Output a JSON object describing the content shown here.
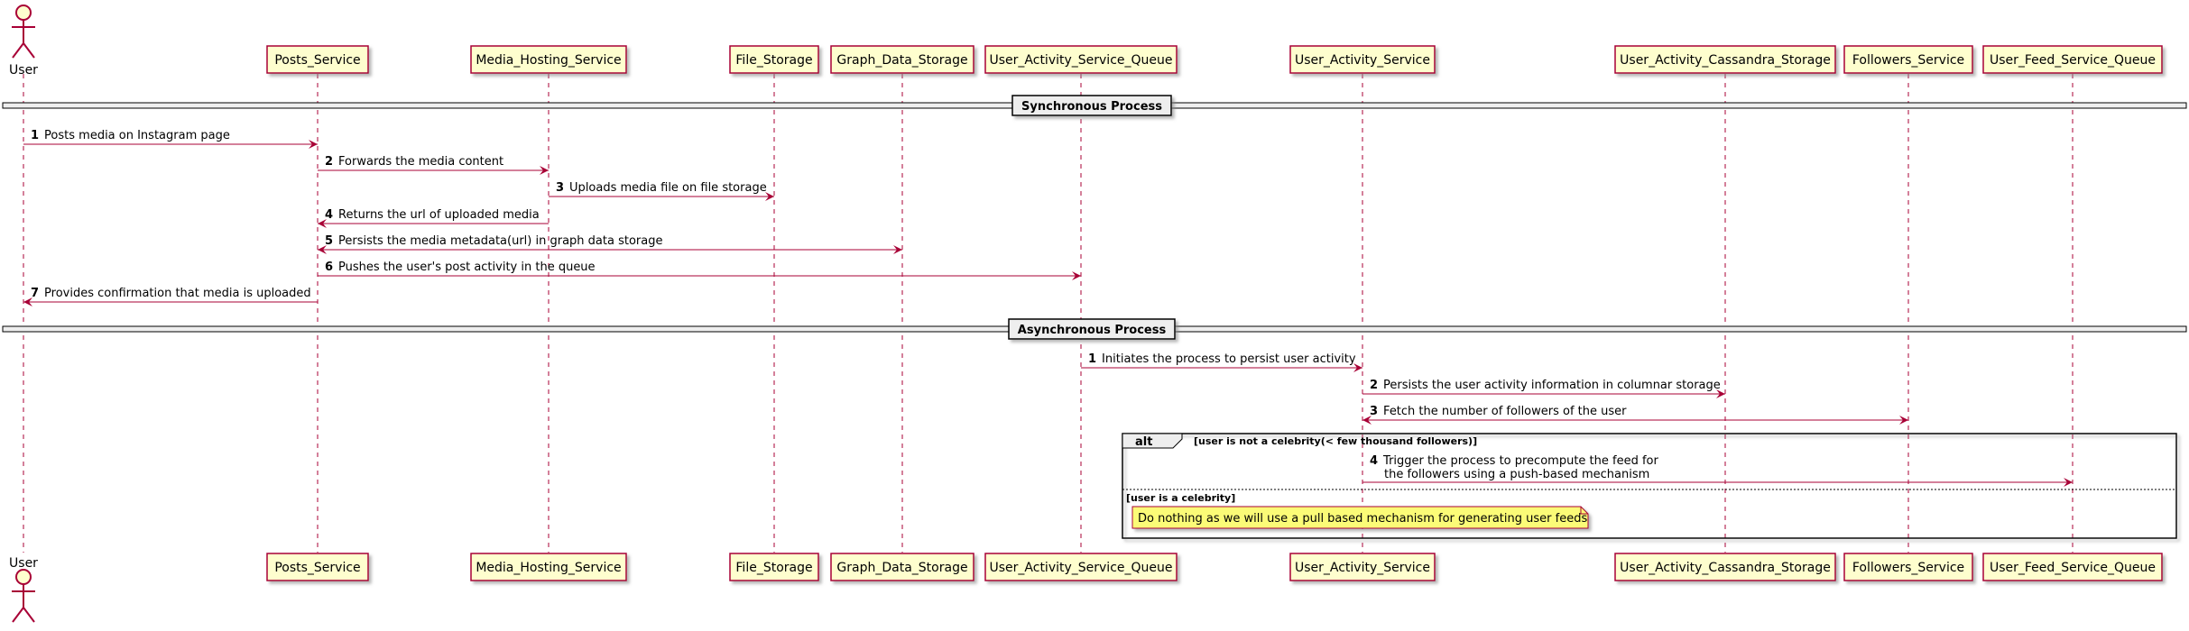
{
  "participants": [
    {
      "id": "user",
      "label": "User",
      "actor": true
    },
    {
      "id": "posts",
      "label": "Posts_Service"
    },
    {
      "id": "media",
      "label": "Media_Hosting_Service"
    },
    {
      "id": "file",
      "label": "File_Storage"
    },
    {
      "id": "graph",
      "label": "Graph_Data_Storage"
    },
    {
      "id": "uaq",
      "label": "User_Activity_Service_Queue"
    },
    {
      "id": "uas",
      "label": "User_Activity_Service"
    },
    {
      "id": "cass",
      "label": "User_Activity_Cassandra_Storage"
    },
    {
      "id": "foll",
      "label": "Followers_Service"
    },
    {
      "id": "ufq",
      "label": "User_Feed_Service_Queue"
    }
  ],
  "dividers": [
    {
      "label": "Synchronous Process"
    },
    {
      "label": "Asynchronous Process"
    }
  ],
  "messages": [
    {
      "num": "1",
      "text": "Posts media on Instagram page",
      "from": "user",
      "to": "posts"
    },
    {
      "num": "2",
      "text": "Forwards the media content",
      "from": "posts",
      "to": "media"
    },
    {
      "num": "3",
      "text": "Uploads media file on file storage",
      "from": "media",
      "to": "file"
    },
    {
      "num": "4",
      "text": "Returns the url of uploaded media",
      "from": "media",
      "to": "posts"
    },
    {
      "num": "5",
      "text": "Persists the media metadata(url) in graph data storage",
      "from": "posts",
      "to": "graph",
      "both": true
    },
    {
      "num": "6",
      "text": "Pushes the user's post activity in the queue",
      "from": "posts",
      "to": "uaq"
    },
    {
      "num": "7",
      "text": "Provides confirmation that media is uploaded",
      "from": "posts",
      "to": "user"
    },
    {
      "num": "1",
      "text": "Initiates the process to persist user activity",
      "from": "uaq",
      "to": "uas"
    },
    {
      "num": "2",
      "text": "Persists the user activity information in columnar storage",
      "from": "uas",
      "to": "cass"
    },
    {
      "num": "3",
      "text": "Fetch the number of followers of the user",
      "from": "uas",
      "to": "foll",
      "both": true
    },
    {
      "num": "4",
      "text": "Trigger the process to precompute the feed for",
      "text2": "the followers using a push-based mechanism",
      "from": "uas",
      "to": "ufq"
    }
  ],
  "alt": {
    "label": "alt",
    "guard1": "[user is not a celebrity(< few thousand followers)]",
    "guard2": "[user is a celebrity]",
    "note": "Do nothing as we will use a pull based mechanism for generating user feeds"
  },
  "colors": {
    "participant_fill": "#FEFECE",
    "participant_border": "#A80036",
    "arrow": "#A80036",
    "lifeline": "#A80036",
    "note_fill": "#FBFB77",
    "divider_fill": "#EEEEEE"
  }
}
